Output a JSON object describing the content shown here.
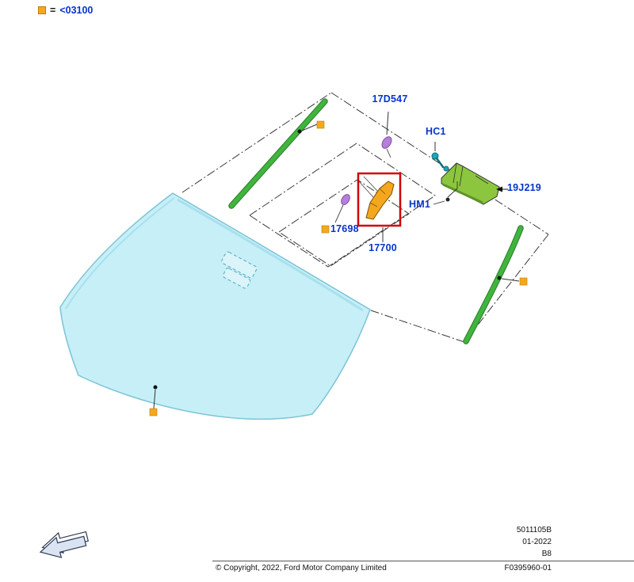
{
  "legend": {
    "equals": "=",
    "code": "<03100"
  },
  "callouts": {
    "c17D547": "17D547",
    "hc1": "HC1",
    "c19J219": "19J219",
    "hm1": "HM1",
    "c17698": "17698",
    "c17700": "17700"
  },
  "footer": {
    "copyright": "© Copyright, 2022, Ford Motor Company Limited",
    "doc_number": "5011105B",
    "date": "01-2022",
    "sheet": "B8",
    "figure": "F0395960-01"
  },
  "colors": {
    "callout_blue": "#0534CC",
    "marker_orange": "#F6A81D",
    "strip_green": "#3FB53D",
    "bracket_green": "#8CC63E",
    "part_purple": "#B780D8",
    "hardware_teal": "#1AA7B8",
    "highlight_red": "#D10000",
    "glass": "#C7EFF7"
  }
}
